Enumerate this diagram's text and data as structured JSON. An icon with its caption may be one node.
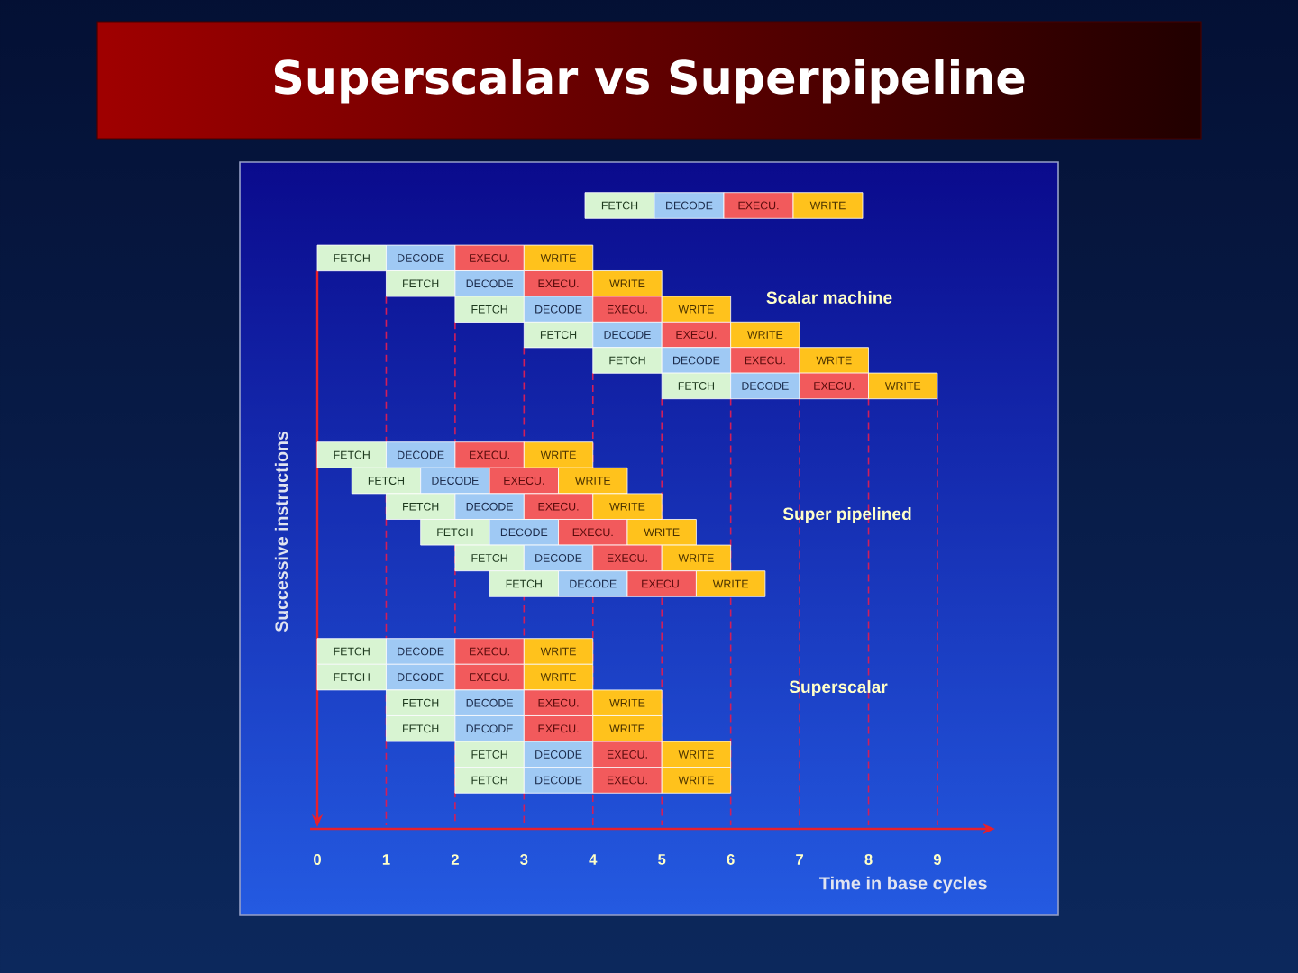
{
  "diagram": {
    "title": "Superscalar vs Superpipeline",
    "nodes": [
      {
        "text": [
          "FETCH"
        ]
      },
      {
        "text": [
          "DECODE"
        ]
      },
      {
        "text": [
          "EXECU."
        ]
      },
      {
        "text": [
          "WRITE"
        ]
      },
      {
        "text": [
          "FETCH"
        ]
      },
      {
        "text": [
          "DECODE"
        ]
      },
      {
        "text": [
          "EXECU."
        ]
      },
      {
        "text": [
          "WRITE"
        ]
      },
      {
        "text": [
          "FETCH"
        ]
      },
      {
        "text": [
          "DECODE"
        ]
      },
      {
        "text": [
          "EXECU."
        ]
      },
      {
        "text": [
          "WRITE"
        ]
      },
      {
        "text": [
          "FETCH"
        ]
      },
      {
        "text": [
          "DECODE"
        ]
      },
      {
        "text": [
          "EXECU."
        ]
      },
      {
        "text": [
          "WRITE"
        ]
      },
      {
        "text": [
          "FETCH"
        ]
      },
      {
        "text": [
          "DECODE"
        ]
      },
      {
        "text": [
          "EXECU."
        ]
      },
      {
        "text": [
          "WRITE"
        ]
      },
      {
        "text": [
          "FETCH"
        ]
      },
      {
        "text": [
          "DECODE"
        ]
      },
      {
        "text": [
          "EXECU."
        ]
      },
      {
        "text": [
          "WRITE"
        ]
      },
      {
        "text": [
          "FETCH"
        ]
      },
      {
        "text": [
          "DECODE"
        ]
      },
      {
        "text": [
          "EXECU."
        ]
      },
      {
        "text": [
          "WRITE"
        ]
      },
      {
        "text": [
          "FETCH"
        ]
      },
      {
        "text": [
          "DECODE"
        ]
      },
      {
        "text": [
          "EXECU."
        ]
      },
      {
        "text": [
          "WRITE"
        ]
      },
      {
        "text": [
          "FETCH"
        ]
      },
      {
        "text": [
          "DECODE"
        ]
      },
      {
        "text": [
          "EXECU."
        ]
      },
      {
        "text": [
          "WRITE"
        ]
      },
      {
        "text": [
          "FETCH"
        ]
      },
      {
        "text": [
          "DECODE"
        ]
      },
      {
        "text": [
          "EXECU."
        ]
      },
      {
        "text": [
          "WRITE"
        ]
      },
      {
        "text": [
          "FETCH"
        ]
      },
      {
        "text": [
          "DECODE"
        ]
      },
      {
        "text": [
          "EXECU."
        ]
      },
      {
        "text": [
          "WRITE"
        ]
      },
      {
        "text": [
          "FETCH"
        ]
      },
      {
        "text": [
          "DECODE"
        ]
      },
      {
        "text": [
          "EXECU."
        ]
      },
      {
        "text": [
          "WRITE"
        ]
      },
      {
        "text": [
          "FETCH"
        ]
      },
      {
        "text": [
          "DECODE"
        ]
      },
      {
        "text": [
          "EXECU."
        ]
      },
      {
        "text": [
          "WRITE"
        ]
      },
      {
        "text": [
          "FETCH"
        ]
      },
      {
        "text": [
          "DECODE"
        ]
      },
      {
        "text": [
          "EXECU."
        ]
      },
      {
        "text": [
          "WRITE"
        ]
      },
      {
        "text": [
          "FETCH"
        ]
      },
      {
        "text": [
          "DECODE"
        ]
      },
      {
        "text": [
          "EXECU."
        ]
      },
      {
        "text": [
          "WRITE"
        ]
      },
      {
        "text": [
          "FETCH"
        ]
      },
      {
        "text": [
          "DECODE"
        ]
      },
      {
        "text": [
          "EXECU."
        ]
      },
      {
        "text": [
          "WRITE"
        ]
      },
      {
        "text": [
          "FETCH"
        ]
      },
      {
        "text": [
          "DECODE"
        ]
      },
      {
        "text": [
          "EXECU."
        ]
      },
      {
        "text": [
          "WRITE"
        ]
      },
      {
        "text": [
          "FETCH"
        ]
      },
      {
        "text": [
          "DECODE"
        ]
      },
      {
        "text": [
          "EXECU."
        ]
      },
      {
        "text": [
          "WRITE"
        ]
      },
      {
        "text": [
          "FETCH"
        ]
      },
      {
        "text": [
          "DECODE"
        ]
      },
      {
        "text": [
          "EXECU."
        ]
      },
      {
        "text": [
          "WRITE"
        ]
      }
    ],
    "labels": [
      "Scalar machine",
      "Successive instructions",
      "Super pipelined",
      "Superscalar",
      "0",
      "1",
      "2",
      "3",
      "4",
      "5",
      "6",
      "7",
      "8",
      "9",
      "Time in base cycles"
    ]
  }
}
